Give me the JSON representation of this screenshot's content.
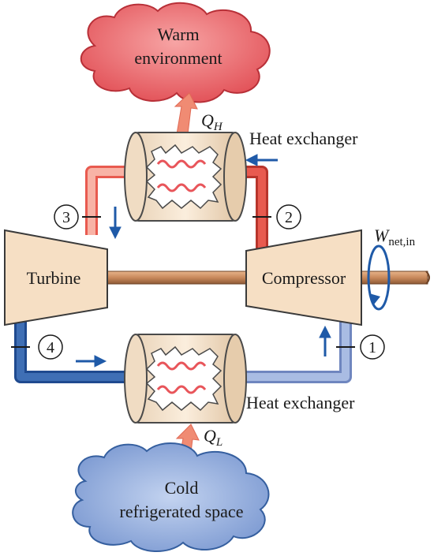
{
  "environment_warm": {
    "line1": "Warm",
    "line2": "environment"
  },
  "environment_cold": {
    "line1": "Cold",
    "line2": "refrigerated space"
  },
  "heat": {
    "q_h": {
      "symbol": "Q",
      "sub": "H"
    },
    "q_l": {
      "symbol": "Q",
      "sub": "L"
    }
  },
  "components": {
    "heat_exchanger_top": "Heat exchanger",
    "heat_exchanger_bottom": "Heat exchanger",
    "turbine": "Turbine",
    "compressor": "Compressor"
  },
  "work": {
    "symbol": "W",
    "sub": "net,in"
  },
  "states": [
    "1",
    "2",
    "3",
    "4"
  ],
  "colors": {
    "hot_cloud": "#e8555a",
    "cold_cloud": "#7f9fd6",
    "hot_pipe": "#e85a4f",
    "warm_pipe": "#f4a79a",
    "cold_pipe": "#3f6fb5",
    "cool_pipe": "#8fa8d8",
    "machine_fill": "#f4dcc0",
    "shaft": "#c98a5c",
    "arrow_blue": "#1f5aa8",
    "heat_arrow": "#f08b73"
  }
}
